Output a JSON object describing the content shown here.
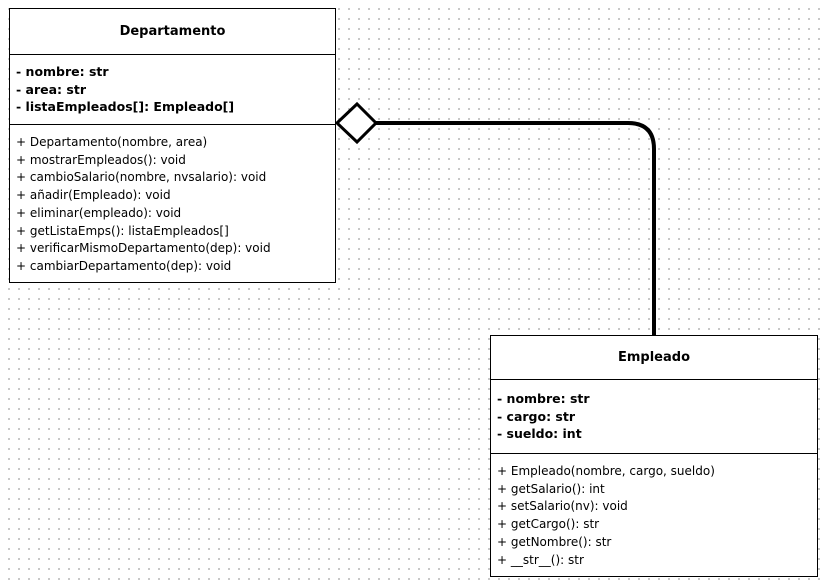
{
  "classes": {
    "departamento": {
      "name": "Departamento",
      "attributes": [
        "- nombre: str",
        "- area: str",
        "- listaEmpleados[]: Empleado[]"
      ],
      "methods": [
        "+ Departamento(nombre, area)",
        "+ mostrarEmpleados(): void",
        "+ cambioSalario(nombre, nvsalario): void",
        "+ añadir(Empleado): void",
        "+ eliminar(empleado): void",
        "+ getListaEmps(): listaEmpleados[]",
        "+ verificarMismoDepartamento(dep): void",
        "+ cambiarDepartamento(dep): void"
      ]
    },
    "empleado": {
      "name": "Empleado",
      "attributes": [
        "- nombre: str",
        "- cargo: str",
        "- sueldo: int"
      ],
      "methods": [
        "+ Empleado(nombre, cargo, sueldo)",
        "+ getSalario(): int",
        "+ setSalario(nv): void",
        "+ getCargo(): str",
        "+ getNombre(): str",
        "+ __str__(): str"
      ]
    }
  },
  "relationship": {
    "type": "aggregation",
    "whole": "Departamento",
    "part": "Empleado"
  }
}
